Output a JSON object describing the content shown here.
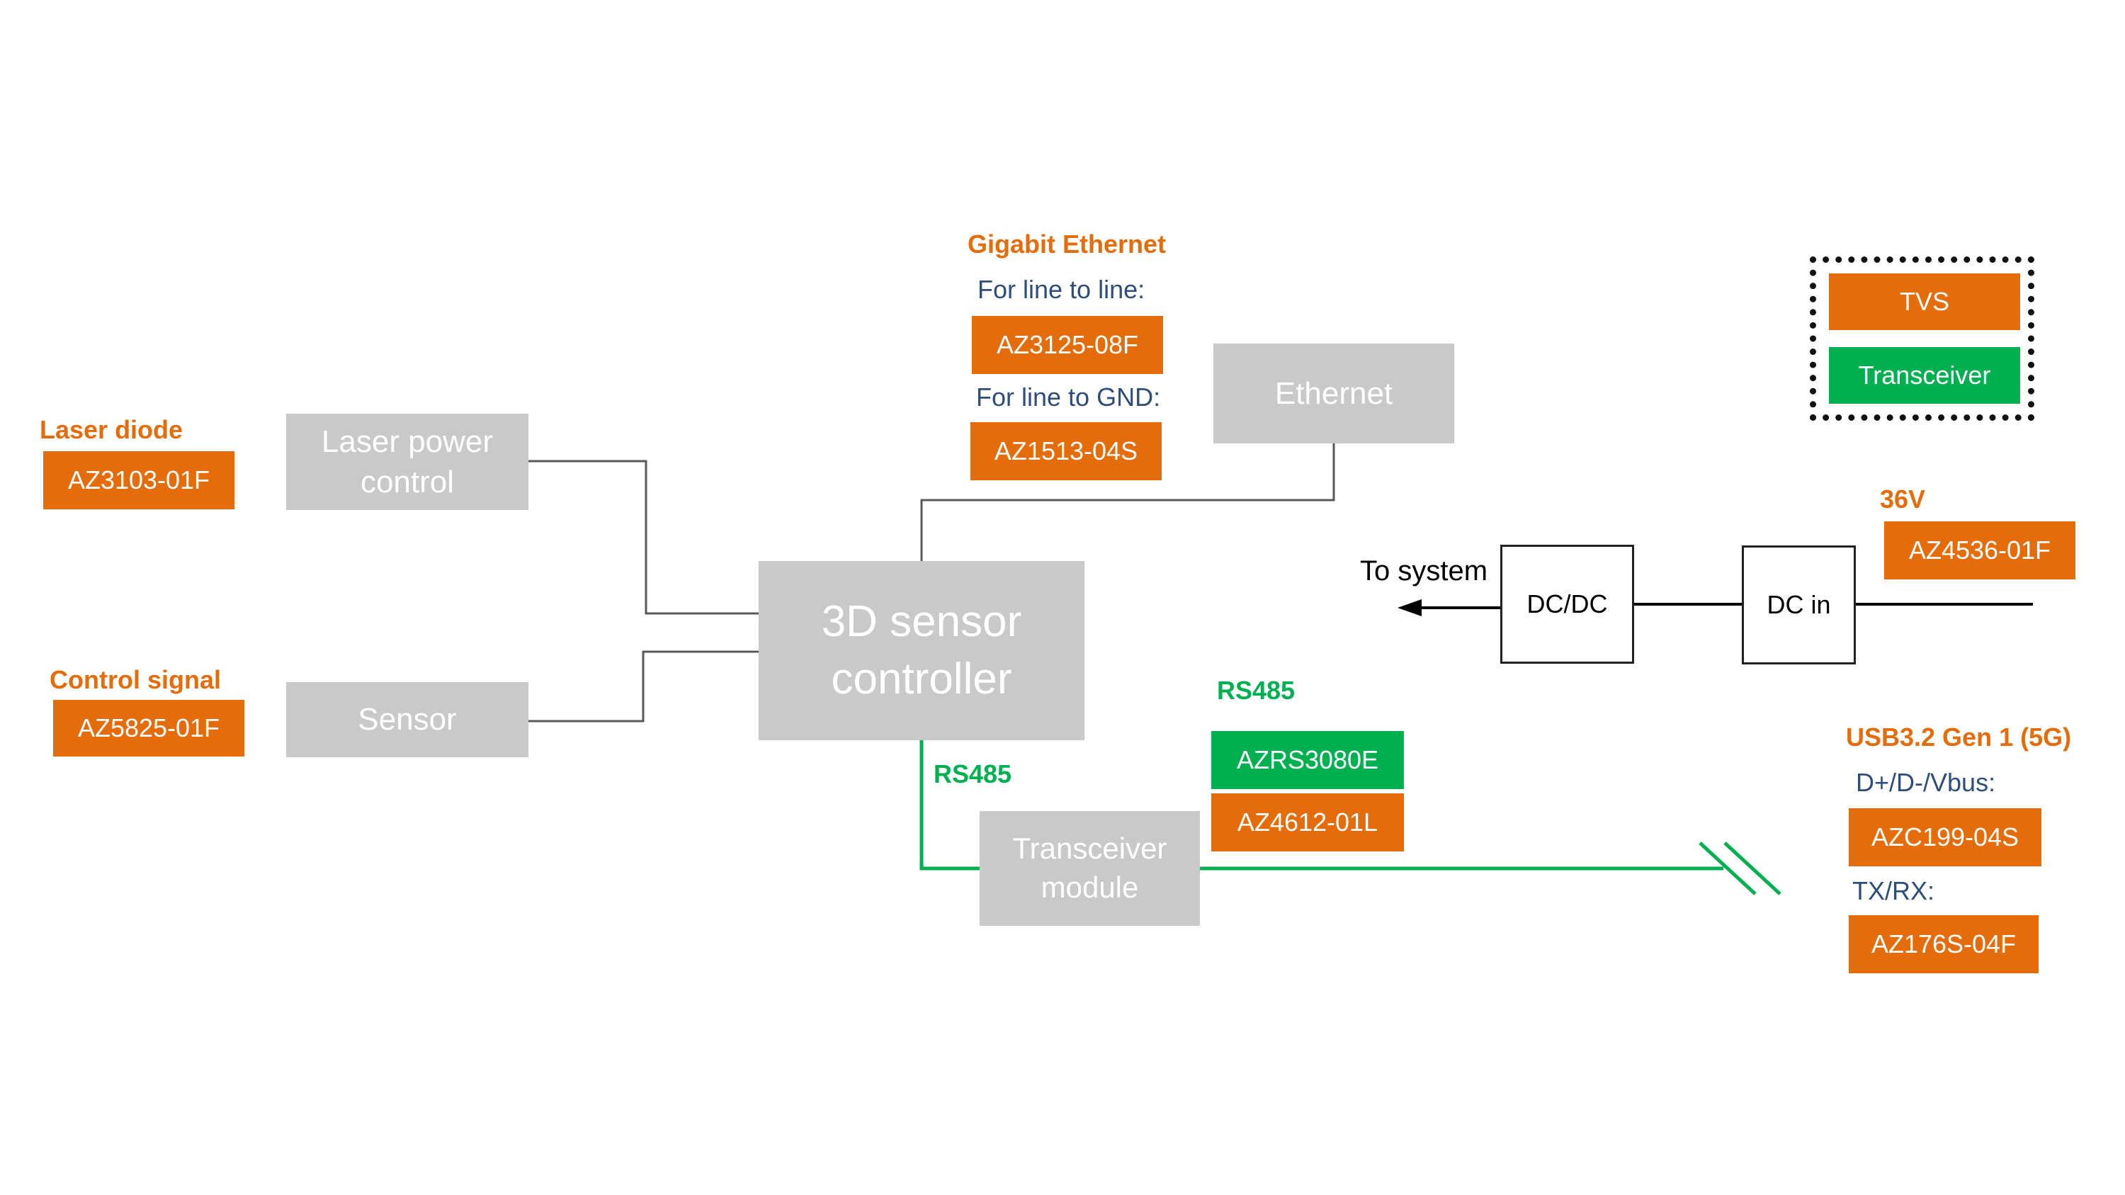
{
  "blocks": {
    "laser_power_control": "Laser power\ncontrol",
    "sensor": "Sensor",
    "controller": "3D sensor\ncontroller",
    "ethernet": "Ethernet",
    "transceiver_module": "Transceiver\nmodule",
    "dcdc": "DC/DC",
    "dcin": "DC in"
  },
  "labels": {
    "laser_diode": "Laser diode",
    "control_signal": "Control signal",
    "gigabit_ethernet": "Gigabit Ethernet",
    "line_to_line": "For line to line:",
    "line_to_gnd": "For line to GND:",
    "rs485_top": "RS485",
    "rs485_line": "RS485",
    "v36": "36V",
    "usb": "USB3.2 Gen 1 (5G)",
    "usb_dd": "D+/D-/Vbus:",
    "usb_txrx": "TX/RX:",
    "to_system": "To system"
  },
  "parts": {
    "laser_diode": "AZ3103-01F",
    "control_signal": "AZ5825-01F",
    "eth_line": "AZ3125-08F",
    "eth_gnd": "AZ1513-04S",
    "rs485_transceiver": "AZRS3080E",
    "rs485_tvs": "AZ4612-01L",
    "v36": "AZ4536-01F",
    "usb_dd": "AZC199-04S",
    "usb_txrx": "AZ176S-04F"
  },
  "legend": {
    "tvs": "TVS",
    "transceiver": "Transceiver"
  },
  "colors": {
    "tvs": "#e46c0a",
    "transceiver": "#00b050",
    "block": "#c9c9c9",
    "connector": "#595959"
  }
}
